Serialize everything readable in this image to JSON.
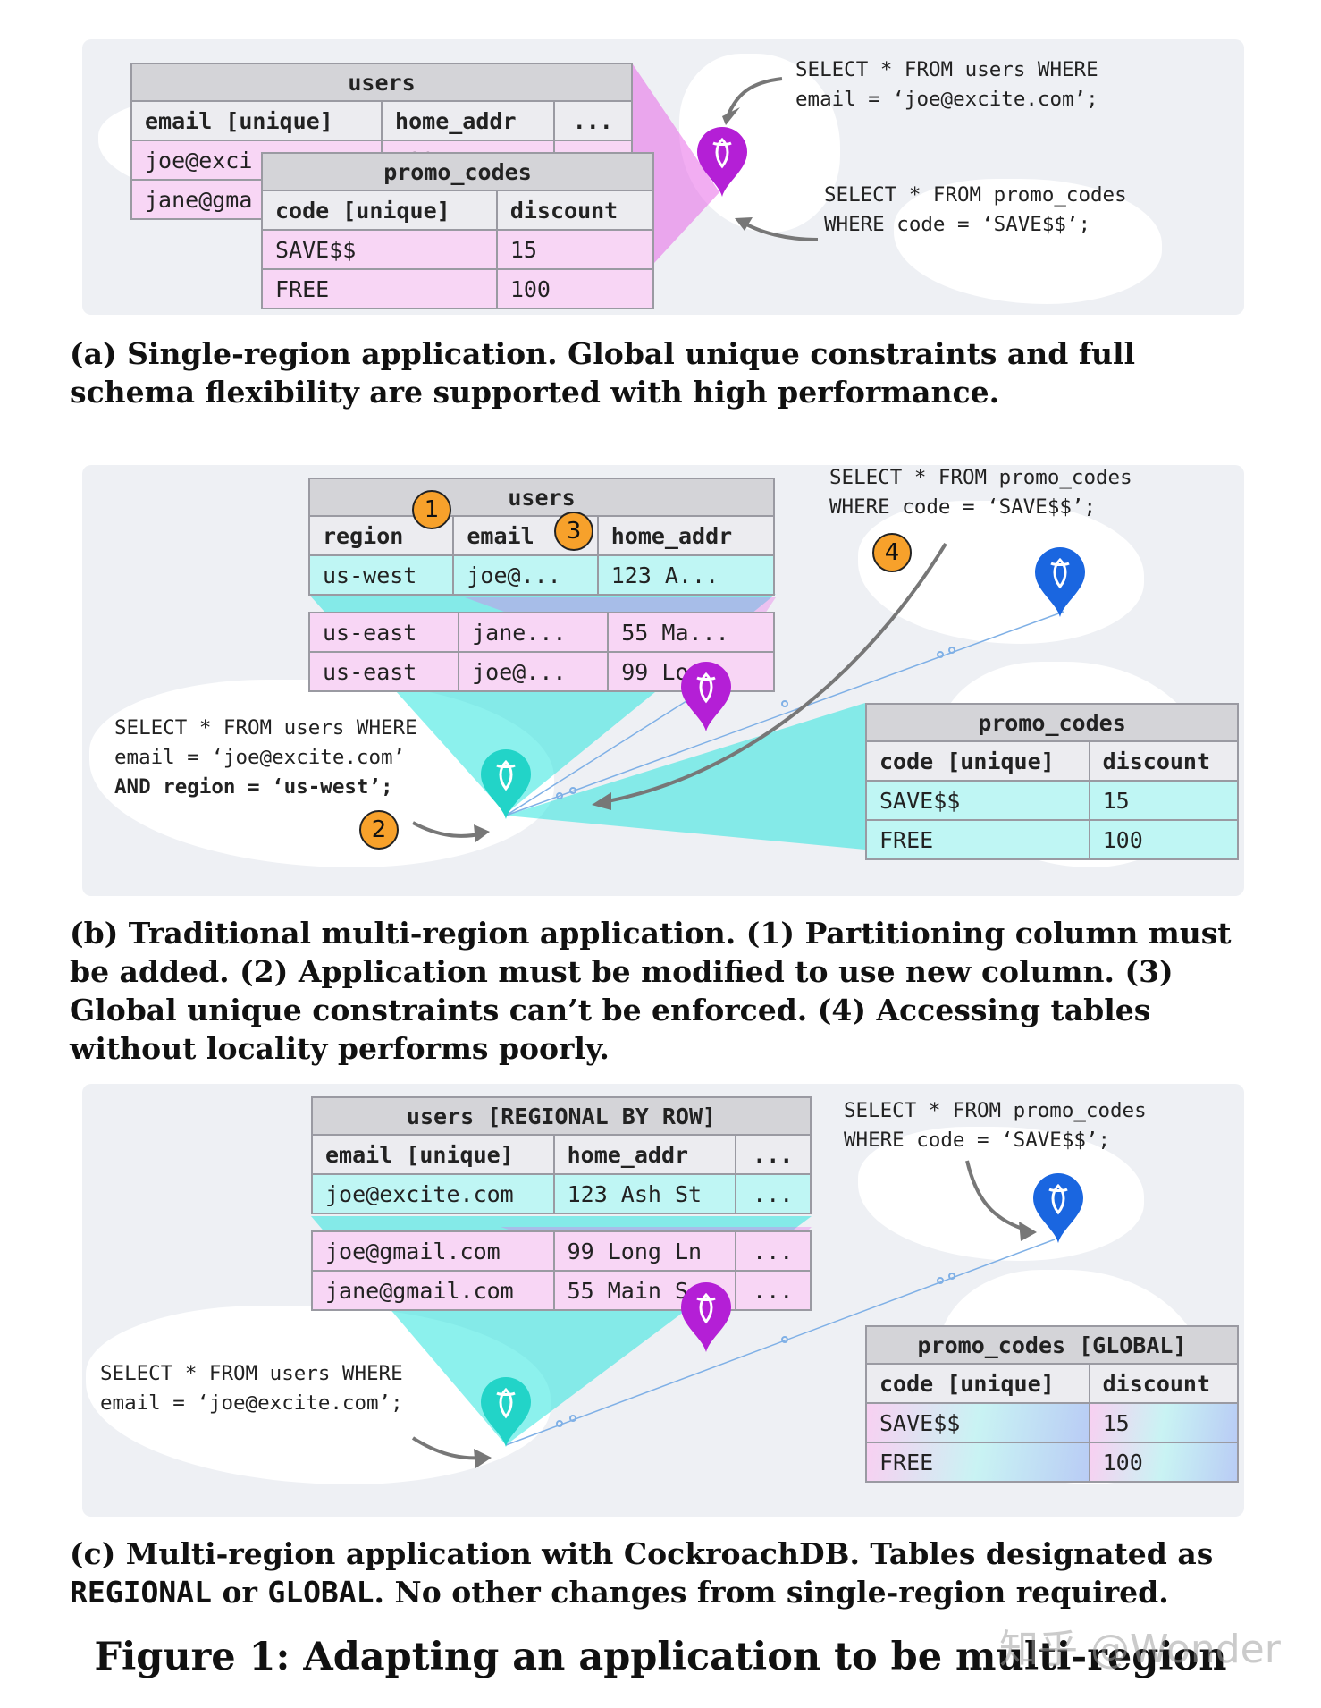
{
  "panel_a": {
    "users_table": {
      "name": "users",
      "headers": [
        "email [unique]",
        "home_addr",
        "..."
      ],
      "rows": [
        [
          "joe@exci",
          "123 A",
          ""
        ],
        [
          "jane@gma",
          "",
          ""
        ]
      ]
    },
    "promo_table": {
      "name": "promo_codes",
      "headers": [
        "code [unique]",
        "discount"
      ],
      "rows": [
        [
          "SAVE$$",
          "15"
        ],
        [
          "FREE",
          "100"
        ]
      ]
    },
    "query_users": [
      "SELECT * FROM users WHERE",
      "email = ‘joe@excite.com’;"
    ],
    "query_promo": [
      "SELECT * FROM promo_codes",
      "WHERE code = ‘SAVE$$’;"
    ],
    "caption": "(a) Single-region application. Global unique constraints and full schema flexibility are supported with high performance."
  },
  "panel_b": {
    "users_table": {
      "name": "users",
      "headers": [
        "region",
        "email",
        "home_addr"
      ],
      "west_rows": [
        [
          "us-west",
          "joe@...",
          "123 A..."
        ]
      ],
      "east_rows": [
        [
          "us-east",
          "jane...",
          "55 Ma..."
        ],
        [
          "us-east",
          "joe@...",
          "99 Lo..."
        ]
      ]
    },
    "promo_table": {
      "name": "promo_codes",
      "headers": [
        "code [unique]",
        "discount"
      ],
      "rows": [
        [
          "SAVE$$",
          "15"
        ],
        [
          "FREE",
          "100"
        ]
      ]
    },
    "query_users": [
      "SELECT * FROM users WHERE",
      "email = ‘joe@excite.com’",
      "AND region = ‘us-west’;"
    ],
    "query_promo": [
      "SELECT * FROM promo_codes",
      "WHERE code = ‘SAVE$$’;"
    ],
    "badges": [
      "1",
      "2",
      "3",
      "4"
    ],
    "caption": "(b) Traditional multi-region application. (1) Partitioning column must be added. (2) Application must be modified to use new column. (3) Global unique constraints can’t be enforced. (4) Accessing tables without locality performs poorly."
  },
  "panel_c": {
    "users_table": {
      "name": "users [REGIONAL BY ROW]",
      "headers": [
        "email [unique]",
        "home_addr",
        "..."
      ],
      "west_rows": [
        [
          "joe@excite.com",
          "123 Ash St",
          "..."
        ]
      ],
      "east_rows": [
        [
          "joe@gmail.com",
          "99 Long Ln",
          "..."
        ],
        [
          "jane@gmail.com",
          "55 Main S",
          "..."
        ]
      ]
    },
    "promo_table": {
      "name": "promo_codes [GLOBAL]",
      "headers": [
        "code [unique]",
        "discount"
      ],
      "rows": [
        [
          "SAVE$$",
          "15"
        ],
        [
          "FREE",
          "100"
        ]
      ]
    },
    "query_users": [
      "SELECT * FROM users WHERE",
      "email = ‘joe@excite.com’;"
    ],
    "query_promo": [
      "SELECT * FROM promo_codes",
      "WHERE code = ‘SAVE$$’;"
    ],
    "caption_parts": [
      "(c) Multi-region application with CockroachDB. Tables designated as ",
      "REGIONAL",
      " or ",
      "GLOBAL",
      ". No other changes from single-region required."
    ]
  },
  "figure_title": "Figure 1: Adapting an application to be multi-region",
  "watermark": "知乎 @Wonder",
  "colors": {
    "pink": "#f8d6f5",
    "cyan": "#bff6f4",
    "purple_pin": "#b41fd6",
    "cyan_pin": "#22d4c8",
    "blue_pin": "#1a66e0",
    "badge": "#f7a12b"
  }
}
